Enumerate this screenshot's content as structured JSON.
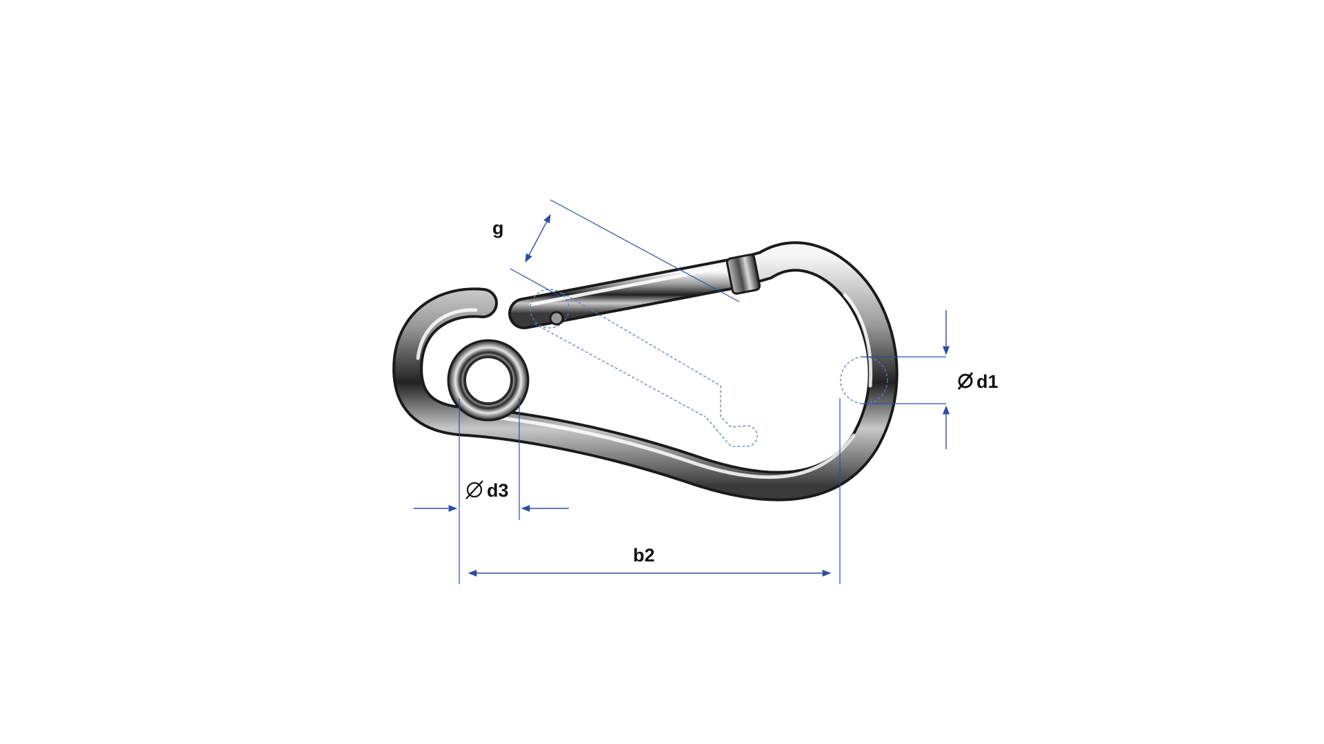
{
  "labels": {
    "gate_opening": "g",
    "wire_diameter": "d1",
    "eye_diameter": "d3",
    "width": "b2"
  },
  "symbols": {
    "diameter_sign": "diameter-sign-icon"
  },
  "colors": {
    "dimension_line": "#2a4ea0",
    "metal_dark": "#1a1a1a",
    "metal_mid": "#8a8a8a",
    "metal_light": "#f2f2f2",
    "background": "#ffffff"
  }
}
